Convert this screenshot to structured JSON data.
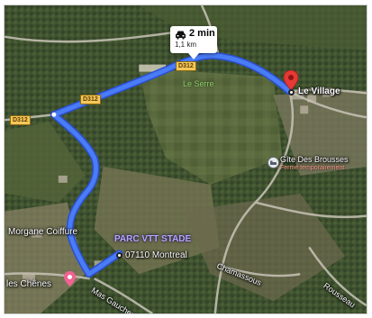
{
  "map": {
    "route_popup": {
      "time": "2 min",
      "distance": "1,1 km"
    },
    "road_shields": [
      "D312",
      "D312",
      "D312"
    ],
    "places": {
      "destination": "Le Village",
      "gite_name": "Gîte Des Brousses",
      "gite_status": "Fermé temporairement",
      "le_serre": "Le Serre",
      "parc": "PARC VTT STADE",
      "origin": "07110 Montreal",
      "morgane": "Morgane Coiffure",
      "chenes": "les Chênes",
      "mas_gaucher": "Mas Gaucher",
      "chamassous": "Chamassous",
      "rousseau": "Rousseau"
    },
    "colors": {
      "route": "#3b6cf3",
      "destination_pin": "#e53935",
      "shield": "#f6c75a"
    },
    "icons": [
      "car-icon",
      "destination-pin-icon",
      "lodging-icon",
      "beauty-pin-icon"
    ]
  }
}
